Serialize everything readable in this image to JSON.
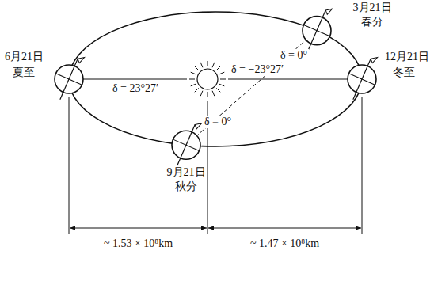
{
  "diagram": {
    "labels": [
      "3月21日",
      "春分",
      "δ = 0°",
      "6月21日",
      "夏至",
      "δ = 23°27′",
      "δ = −23°27′",
      "12月21日",
      "冬至",
      "δ = 0°",
      "9月21日",
      "秋分",
      "~ 1.53 × 10⁸km",
      "~ 1.47 × 10⁸km"
    ]
  }
}
